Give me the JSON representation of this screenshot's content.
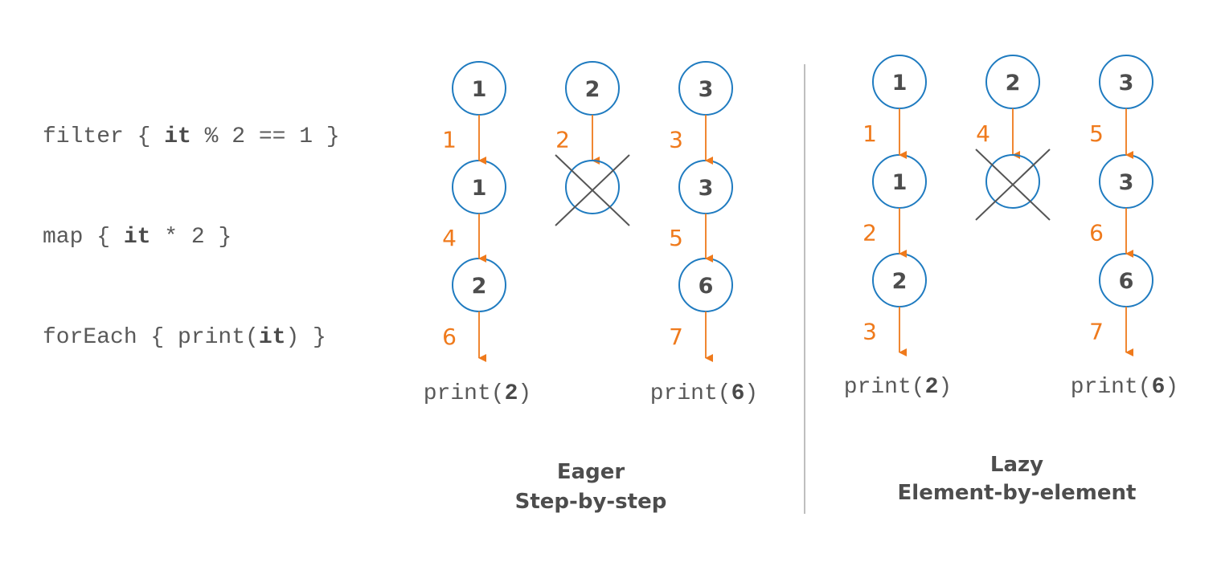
{
  "colors": {
    "circle": "#1f7bc0",
    "arrow": "#ef7a1c",
    "text": "#4d4d4d",
    "cross": "#555555",
    "divider": "#aaaaaa"
  },
  "code_lines": [
    {
      "pre": "filter { ",
      "bold": "it",
      "post": " % 2 == 1 }"
    },
    {
      "pre": "map { ",
      "bold": "it",
      "post": " * 2 }"
    },
    {
      "pre": "forEach { print(",
      "bold": "it",
      "post": ") }"
    }
  ],
  "sections": [
    {
      "name": "eager",
      "title": "Eager",
      "subtitle": "Step-by-step",
      "columns": [
        {
          "nodes": [
            "1",
            "1",
            "2"
          ],
          "steps": [
            "1",
            "4",
            "6"
          ],
          "print": {
            "pre": "print(",
            "bold": "2",
            "post": ")"
          }
        },
        {
          "nodes": [
            "2"
          ],
          "filtered_out": true,
          "steps": [
            "2"
          ]
        },
        {
          "nodes": [
            "3",
            "3",
            "6"
          ],
          "steps": [
            "3",
            "5",
            "7"
          ],
          "print": {
            "pre": "print(",
            "bold": "6",
            "post": ")"
          }
        }
      ]
    },
    {
      "name": "lazy",
      "title": "Lazy",
      "subtitle": "Element-by-element",
      "columns": [
        {
          "nodes": [
            "1",
            "1",
            "2"
          ],
          "steps": [
            "1",
            "2",
            "3"
          ],
          "print": {
            "pre": "print(",
            "bold": "2",
            "post": ")"
          }
        },
        {
          "nodes": [
            "2"
          ],
          "filtered_out": true,
          "steps": [
            "4"
          ]
        },
        {
          "nodes": [
            "3",
            "3",
            "6"
          ],
          "steps": [
            "5",
            "6",
            "7"
          ],
          "print": {
            "pre": "print(",
            "bold": "6",
            "post": ")"
          }
        }
      ]
    }
  ]
}
